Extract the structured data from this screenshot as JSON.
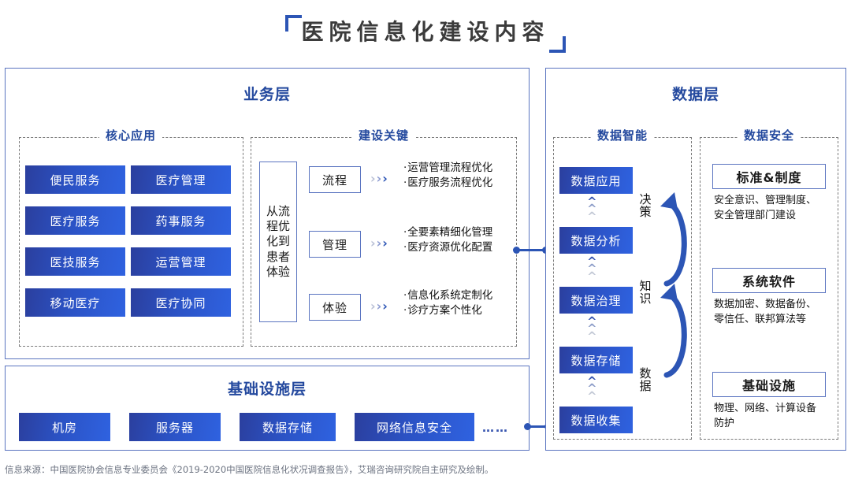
{
  "title": {
    "text": "医院信息化建设内容",
    "bracket_color": "#2c55b5"
  },
  "business_layer": {
    "heading": "业务层",
    "core_apps": {
      "heading": "核心应用",
      "items": [
        "便民服务",
        "医疗管理",
        "医疗服务",
        "药事服务",
        "医技服务",
        "运营管理",
        "移动医疗",
        "医疗协同"
      ]
    },
    "key_construction": {
      "heading": "建设关键",
      "vertical_label": "从流程优化到患者体验",
      "rows": [
        {
          "label": "流程",
          "arrow": "›››",
          "bullets": [
            "运营管理流程优化",
            "医疗服务流程优化"
          ]
        },
        {
          "label": "管理",
          "arrow": "›››",
          "bullets": [
            "全要素精细化管理",
            "医疗资源优化配置"
          ]
        },
        {
          "label": "体验",
          "arrow": "›››",
          "bullets": [
            "信息化系统定制化",
            "诊疗方案个性化"
          ]
        }
      ]
    }
  },
  "infrastructure_layer": {
    "heading": "基础设施层",
    "items": [
      "机房",
      "服务器",
      "数据存储",
      "网络信息安全"
    ],
    "ellipsis": "……"
  },
  "data_layer": {
    "heading": "数据层",
    "data_intelligence": {
      "heading": "数据智能",
      "stages": [
        "数据应用",
        "数据分析",
        "数据治理",
        "数据存储",
        "数据收集"
      ],
      "flow_labels": [
        "决策",
        "知识",
        "数据"
      ]
    },
    "data_security": {
      "heading": "数据安全",
      "cards": [
        {
          "title": "标准&制度",
          "desc": "安全意识、管理制度、安全管理部门建设"
        },
        {
          "title": "系统软件",
          "desc": "数据加密、数据备份、零信任、联邦算法等"
        },
        {
          "title": "基础设施",
          "desc": "物理、网络、计算设备防护"
        }
      ]
    }
  },
  "footer": {
    "text": "信息来源：中国医院协会信息专业委员会《2019-2020中国医院信息化状况调查报告》，艾瑞咨询研究院自主研究及绘制。"
  },
  "colors": {
    "accent": "#24499e",
    "chip_start": "#2b3f9e",
    "chip_end": "#2f62e0",
    "panel_border": "#5a74c0"
  }
}
